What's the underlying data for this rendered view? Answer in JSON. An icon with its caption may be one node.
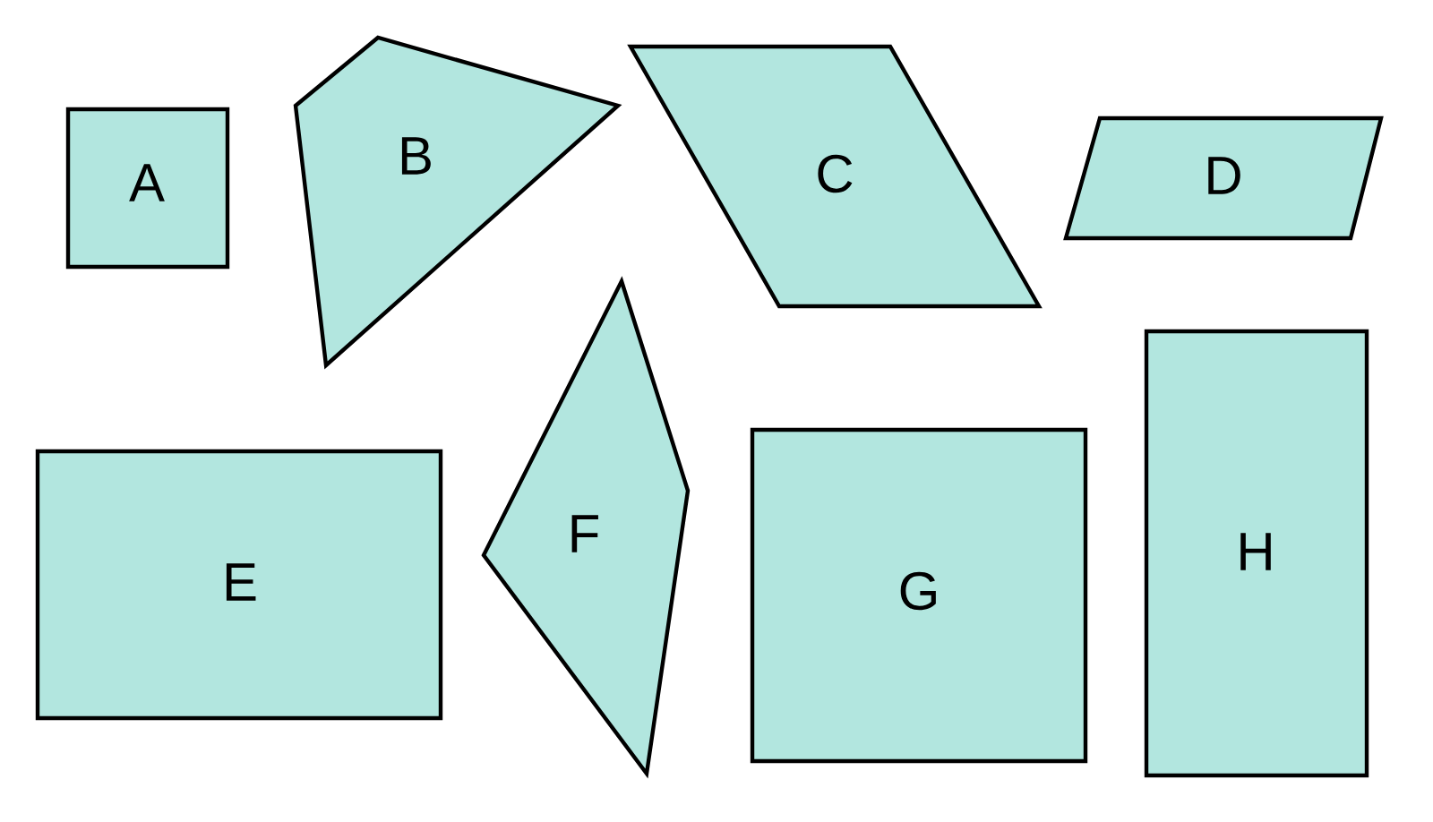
{
  "diagram": {
    "nodes": [
      {
        "text": [
          "A"
        ]
      },
      {
        "text": [
          "B"
        ]
      },
      {
        "text": [
          "C"
        ]
      },
      {
        "text": [
          "D"
        ]
      },
      {
        "text": [
          "E"
        ]
      },
      {
        "text": [
          "F"
        ]
      },
      {
        "text": [
          "G"
        ]
      },
      {
        "text": [
          "H"
        ]
      }
    ]
  }
}
